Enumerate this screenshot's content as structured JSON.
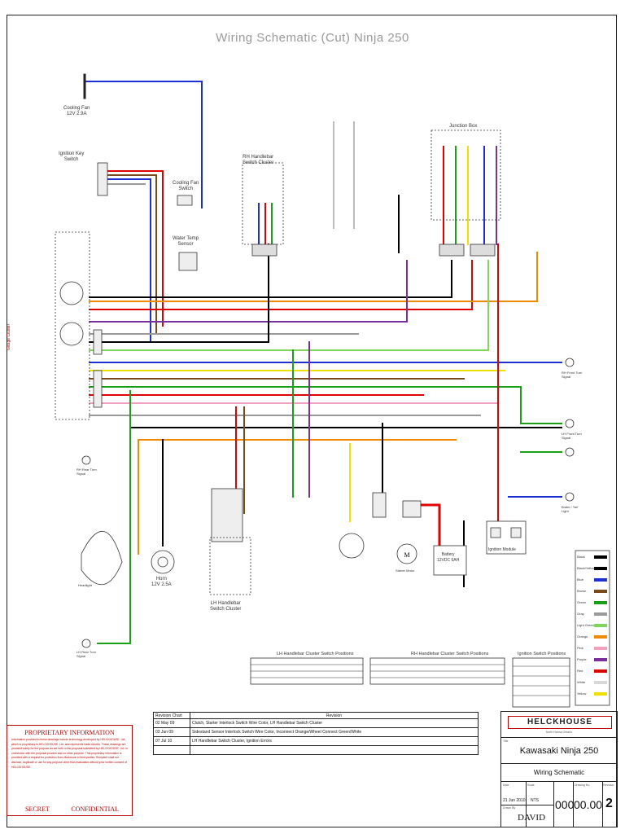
{
  "title": "Wiring Schematic (Cut) Ninja 250",
  "labels": {
    "cooling_fan": [
      "Cooling Fan",
      "12V 2.9A"
    ],
    "ignition_key": [
      "Ignition Key",
      "Switch"
    ],
    "cooling_fan_switch": [
      "Cooling Fan",
      "Switch"
    ],
    "water_temp": [
      "Water Temp",
      "Sensor"
    ],
    "gauge_cluster": "Gauge Cluster",
    "rh_cluster": [
      "RH Handlebar",
      "Switch Cluster"
    ],
    "junction_box": "Junction Box",
    "lh_cluster": [
      "LH Handlebar",
      "Switch Cluster"
    ],
    "horn": [
      "Horn",
      "12V 2.5A"
    ],
    "headlight": "Headlight",
    "battery": [
      "Battery",
      "12VDC 6AH"
    ],
    "ignition_module": "Ignition Module",
    "starter_motor": "Starter Motor",
    "motor_symbol": "M",
    "rh_rear_turn": [
      "RH Rear Turn",
      "Signal"
    ],
    "lh_rear_turn": [
      "LH Rear Turn",
      "Signal"
    ],
    "rh_front_turn": [
      "RH Front Turn",
      "Signal"
    ],
    "lh_front_turn": [
      "LH Front Turn",
      "Signal"
    ],
    "brake_light": [
      "Brake / Tail",
      "Light"
    ]
  },
  "switch_positions": {
    "lh": "LH Handlebar Cluster Switch Positions",
    "rh": "RH Handlebar Cluster Switch Positions",
    "ignition": "Ignition Switch Positions"
  },
  "proprietary": {
    "heading": "PROPRIETARY INFORMATION",
    "body": "Information provided in these drawings include technology developed by HELCKHOUSE. Ltd., which is proprietary to HELCKHOUSE. Ltd. and represents trade secrets. These drawings are provided solely for the purpose as set forth in the proposal submitted by HELCKHOUSE. Ltd. in connection with the proposal process and no other purpose. This proprietary information is provided with a request for protection from disclosure to third parties. Recipient shall not disclose, duplicate or use for any purpose other than evaluation without prior written consent of HELCKHOUSE.",
    "secret": "SECRET",
    "confidential": "CONFIDENTIAL"
  },
  "revisions": {
    "headers": [
      "Revision Chart",
      "Revision"
    ],
    "rows": [
      [
        "02 May 09",
        "Clutch, Starter Interlock Switch Wire Color, LH Handlebar Switch Cluster"
      ],
      [
        "03 Jun 09",
        "Sidestand Sensor Interlock Switch Wire Color, Inconnect Orange/Wheel Connect Green/White"
      ],
      [
        "07 Jul 10",
        "LH Handlebar Switch Cluster, Ignition Errors"
      ]
    ]
  },
  "title_block": {
    "company": "HELCKHOUSE",
    "company_sub": "North Hanna Ontario",
    "model": "Kawasaki Ninja 250",
    "drawing": "Wiring Schematic",
    "date": "21 Jun 2010",
    "scale": "NTS",
    "drawn_by": "DAVID",
    "num1": "000",
    "num2": "00.00",
    "revision": "2",
    "caption_title": "Title",
    "caption_date": "Date",
    "caption_scale": "Scale",
    "caption_drawn": "Drawn By",
    "caption_num": "Drawing No.",
    "caption_rev": "Revision"
  },
  "wire_colors": [
    {
      "name": "Black",
      "hex": "#000000"
    },
    {
      "name": "Black/Yellow",
      "hex": "#000000"
    },
    {
      "name": "Blue",
      "hex": "#1f2fd0"
    },
    {
      "name": "Brown",
      "hex": "#7a4a1f"
    },
    {
      "name": "Green",
      "hex": "#18a018"
    },
    {
      "name": "Gray",
      "hex": "#9a9a9a"
    },
    {
      "name": "Light Green",
      "hex": "#7fd65a"
    },
    {
      "name": "Orange",
      "hex": "#f08a00"
    },
    {
      "name": "Pink",
      "hex": "#f2a0c0"
    },
    {
      "name": "Purple",
      "hex": "#7a2fa0"
    },
    {
      "name": "Red",
      "hex": "#e00000"
    },
    {
      "name": "White",
      "hex": "#d8d8d8"
    },
    {
      "name": "Yellow",
      "hex": "#f0e000"
    }
  ]
}
